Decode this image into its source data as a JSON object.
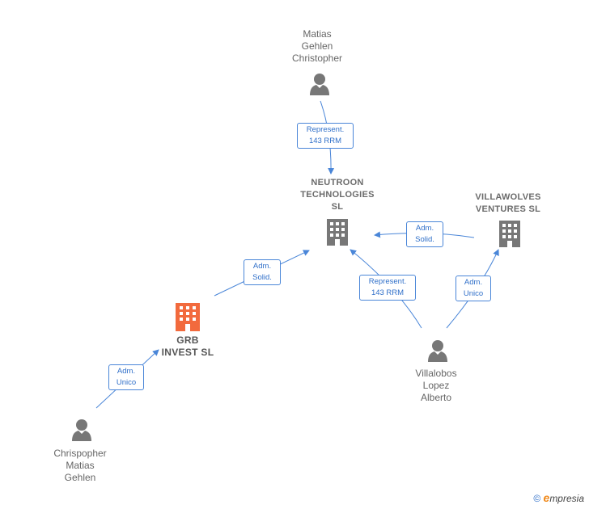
{
  "nodes": {
    "matias_top": {
      "label": "Matias\nGehlen\nChristopher"
    },
    "neutroon": {
      "label": "NEUTROON\nTECHNOLOGIES\nSL"
    },
    "villawolves": {
      "label": "VILLAWOLVES\nVENTURES  SL"
    },
    "grb": {
      "label": "GRB\nINVEST  SL"
    },
    "villalobos": {
      "label": "Villalobos\nLopez\nAlberto"
    },
    "chrispopher": {
      "label": "Chrispopher\nMatias\nGehlen"
    }
  },
  "edges": {
    "matias_neutroon": "Represent.\n143 RRM",
    "villawolves_neutroon": "Adm.\nSolid.",
    "grb_neutroon": "Adm.\nSolid.",
    "villalobos_neutroon": "Represent.\n143 RRM",
    "villalobos_villawolves": "Adm.\nUnico",
    "chrispopher_grb": "Adm.\nUnico"
  },
  "footer": {
    "copyright": "©",
    "brand": "mpresia",
    "brand_initial": "e"
  },
  "colors": {
    "person": "#777777",
    "company": "#777777",
    "main_company": "#f26a3d",
    "edge": "#4a86d8"
  }
}
